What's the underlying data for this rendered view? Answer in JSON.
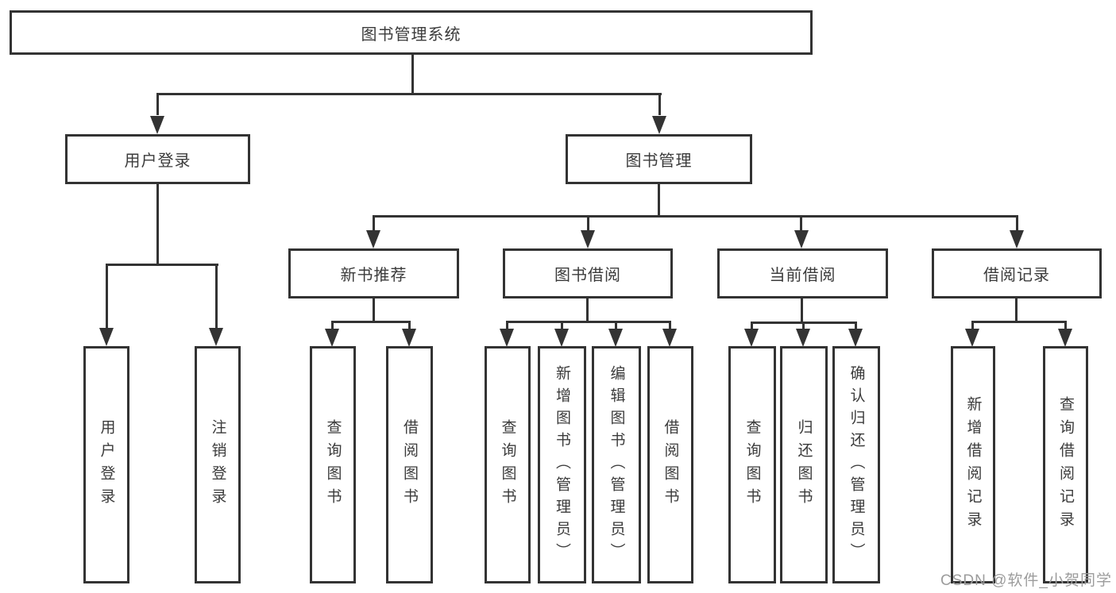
{
  "diagram": {
    "root": {
      "label": "图书管理系统"
    },
    "branches": [
      {
        "label": "用户登录",
        "children": [
          {
            "label": "用户登录"
          },
          {
            "label": "注销登录"
          }
        ]
      },
      {
        "label": "图书管理",
        "children": [
          {
            "label": "新书推荐",
            "children": [
              {
                "label": "查询图书"
              },
              {
                "label": "借阅图书"
              }
            ]
          },
          {
            "label": "图书借阅",
            "children": [
              {
                "label": "查询图书"
              },
              {
                "label": "新增图书（管理员）"
              },
              {
                "label": "编辑图书（管理员）"
              },
              {
                "label": "借阅图书"
              }
            ]
          },
          {
            "label": "当前借阅",
            "children": [
              {
                "label": "查询图书"
              },
              {
                "label": "归还图书"
              },
              {
                "label": "确认归还（管理员）"
              }
            ]
          },
          {
            "label": "借阅记录",
            "children": [
              {
                "label": "新增借阅记录"
              },
              {
                "label": "查询借阅记录"
              }
            ]
          }
        ]
      }
    ]
  },
  "watermark": {
    "text": "CSDN @软件_小贺同学"
  },
  "colors": {
    "line": "#333333",
    "text": "#3b3b3b",
    "watermark": "#9c9c9c",
    "background": "#ffffff"
  }
}
